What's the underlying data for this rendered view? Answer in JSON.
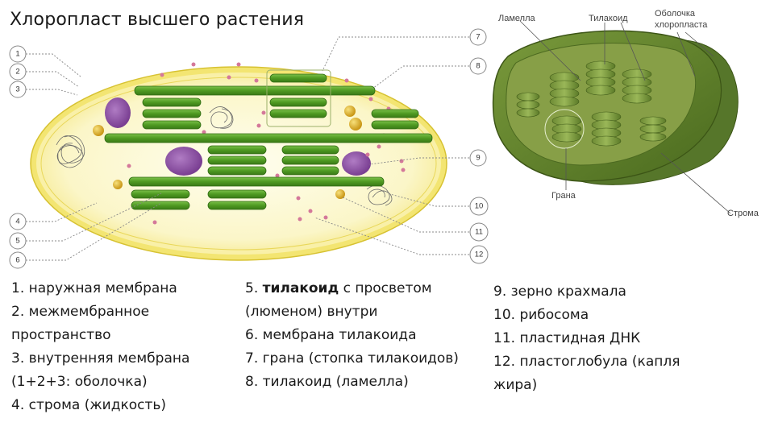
{
  "title": "Хлоропласт высшего растения",
  "callout_numbers": [
    "1",
    "2",
    "3",
    "4",
    "5",
    "6",
    "7",
    "8",
    "9",
    "10",
    "11",
    "12"
  ],
  "right_labels": {
    "lamella": "Ламелла",
    "thylakoid": "Тилакоид",
    "envelope_line1": "Оболочка",
    "envelope_line2": "хлоропласта",
    "grana": "Грана",
    "stroma": "Строма"
  },
  "legend": {
    "col1": [
      "1. наружная мембрана",
      "2. межмембранное",
      "пространство",
      "3. внутренняя мембрана",
      "(1+2+3: оболочка)",
      "4. строма (жидкость)"
    ],
    "col2": {
      "item5_prefix": "5. ",
      "item5_bold": "тилакоид",
      "item5_suffix": " с просветом",
      "item5_cont": "(люменом) внутри",
      "item6": "6. мембрана тилакоида",
      "item7": "7. грана (стопка тилакоидов)",
      "item8": "8. тилакоид (ламелла)"
    },
    "col3": [
      "9. зерно крахмала",
      "10. рибосома",
      "11. пластидная ДНК",
      "12. пластоглобула (капля",
      "жира)"
    ]
  },
  "colors": {
    "thylakoid": "#5aa02c",
    "thylakoid_dark": "#2f6b12",
    "stroma": "#fbf8cf",
    "envelope": "#f1e35a",
    "starch": "#8a4fa0",
    "ribosome": "#d4789a",
    "plastoglobule": "#e0b020",
    "chloroplast_3d": "#5f7d2a"
  }
}
